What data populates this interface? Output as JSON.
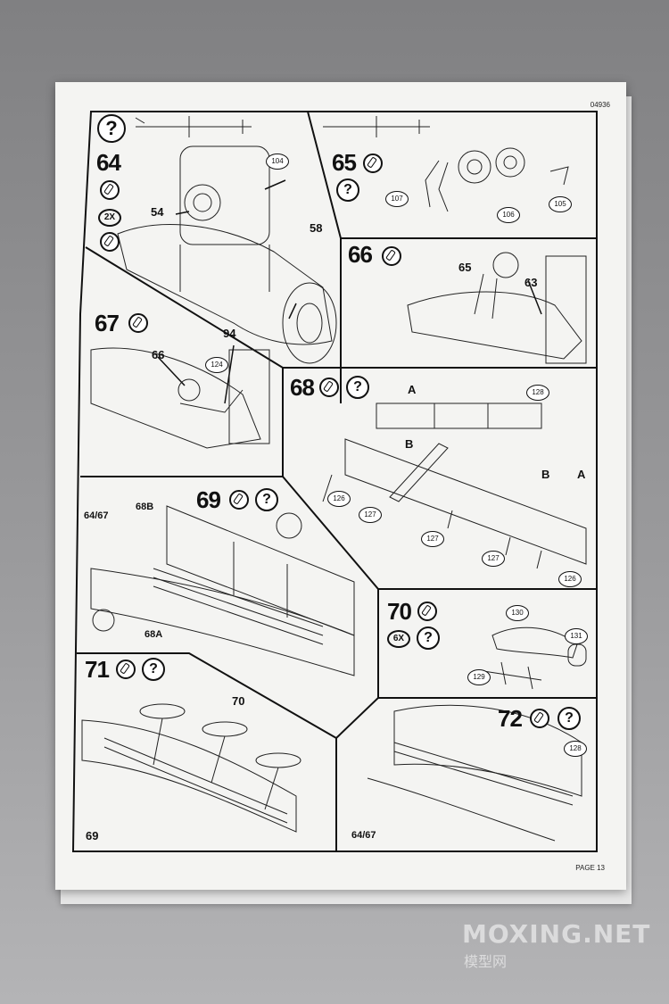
{
  "document": {
    "number": "04936",
    "page": "PAGE 13"
  },
  "steps": {
    "s64": {
      "number": "64",
      "qty": "2X",
      "parts": [
        "104",
        "54",
        "58"
      ]
    },
    "s65": {
      "number": "65",
      "parts": [
        "107",
        "106",
        "105"
      ]
    },
    "s66": {
      "number": "66",
      "parts": [
        "65",
        "63"
      ]
    },
    "s67": {
      "number": "67",
      "parts": [
        "66",
        "94",
        "124"
      ]
    },
    "s68": {
      "number": "68",
      "parts": [
        "128",
        "126",
        "127",
        "127",
        "127",
        "126"
      ],
      "labels": [
        "A",
        "B",
        "B",
        "A"
      ]
    },
    "s69": {
      "number": "69",
      "parts": [
        "64/67",
        "68B",
        "68A"
      ]
    },
    "s70": {
      "number": "70",
      "qty": "6X",
      "parts": [
        "130",
        "131",
        "129"
      ]
    },
    "s71": {
      "number": "71",
      "parts": [
        "70",
        "69"
      ]
    },
    "s72": {
      "number": "72",
      "parts": [
        "128",
        "64/67"
      ]
    }
  },
  "question_mark": "?",
  "watermark": {
    "main": "MOXING.NET",
    "sub": "模型网"
  }
}
